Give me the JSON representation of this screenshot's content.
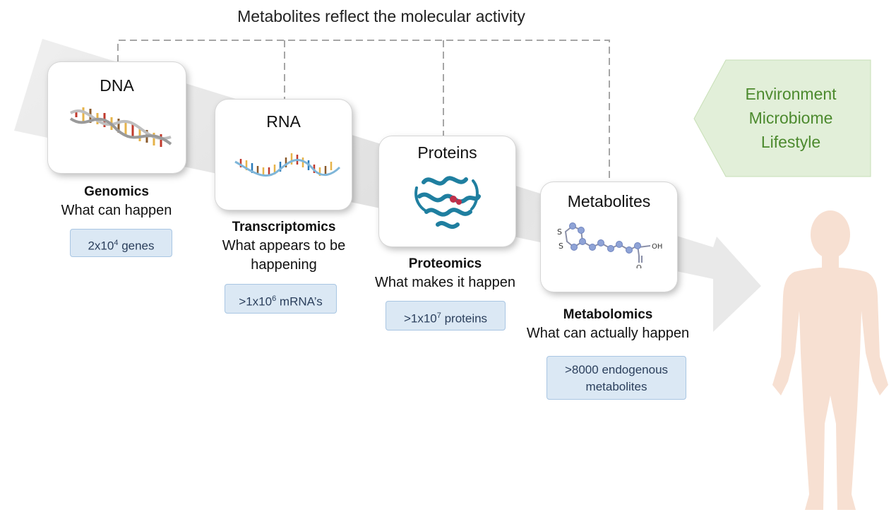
{
  "title": "Metabolites reflect the molecular activity",
  "stages": [
    {
      "label": "DNA",
      "omic": "Genomics",
      "description": [
        "What can happen"
      ],
      "count": {
        "prefix": "2x10",
        "exponent": "4",
        "suffix": " genes"
      }
    },
    {
      "label": "RNA",
      "omic": "Transcriptomics",
      "description": [
        "What appears to be",
        "happening"
      ],
      "count": {
        "prefix": ">1x10",
        "exponent": "6",
        "suffix": " mRNA’s"
      }
    },
    {
      "label": "Proteins",
      "omic": "Proteomics",
      "description": [
        "What makes it happen"
      ],
      "count": {
        "prefix": ">1x10",
        "exponent": "7",
        "suffix": " proteins"
      }
    },
    {
      "label": "Metabolites",
      "omic": "Metabolomics",
      "description": [
        "What can actually happen"
      ],
      "count": {
        "lines": [
          ">8000 endogenous",
          "metabolites"
        ]
      }
    }
  ],
  "molecule_labels": {
    "s1": "S",
    "s2": "S",
    "oh": "OH",
    "o": "O"
  },
  "environment": [
    "Environment",
    "Microbiome",
    "Lifestyle"
  ],
  "icons": [
    "dna-helix-icon",
    "rna-strand-icon",
    "protein-structure-icon",
    "metabolite-molecule-icon",
    "human-silhouette-icon"
  ],
  "colors": {
    "arrow": "#e3e3e3",
    "connector": "#a6a6a6",
    "badge_fill": "#dbe8f4",
    "badge_border": "#a9c6e3",
    "environment_fill": "#e2efd9",
    "environment_text": "#4c8a2e",
    "human": "#f7e0d2",
    "protein": "#1f7fa0",
    "molecule": "#8fa3d6"
  }
}
